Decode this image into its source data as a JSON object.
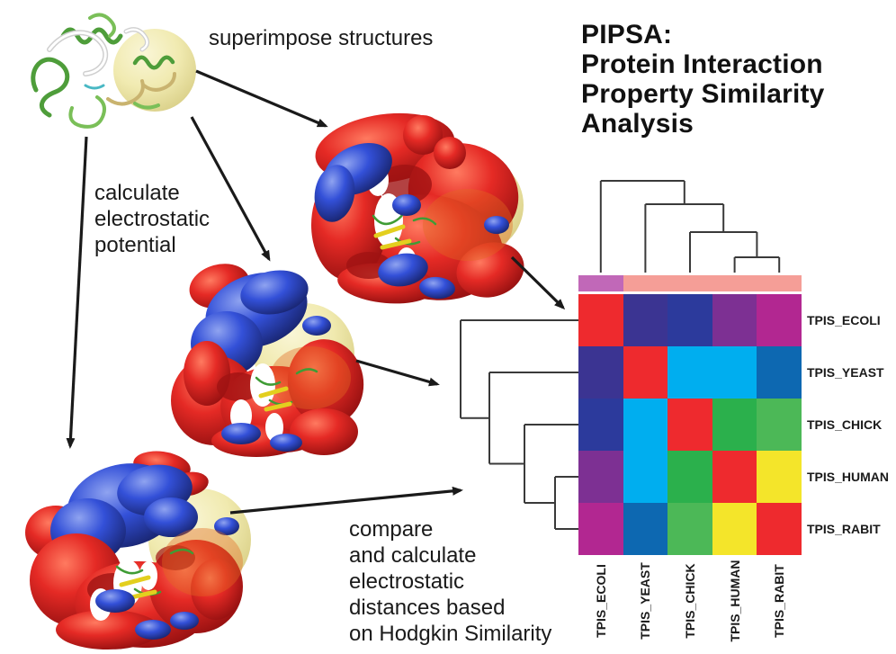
{
  "title": {
    "lines": [
      "PIPSA:",
      "Protein Interaction",
      "Property Similarity",
      "Analysis"
    ]
  },
  "annotations": {
    "superimpose": "superimpose structures",
    "calculate_lines": [
      "calculate",
      "electrostatic",
      "potential"
    ],
    "compare_lines": [
      "compare",
      "and calculate",
      "electrostatic",
      "distances based",
      "on Hodgkin Similarity"
    ]
  },
  "images": {
    "ribbon": "superimposed-ribbon-structures-image",
    "surface_top": "electrostatic-surface-image",
    "surface_middle": "electrostatic-surface-image",
    "surface_bottom": "electrostatic-surface-image"
  },
  "chart_data": {
    "type": "heatmap",
    "rows": [
      "TPIS_ECOLI",
      "TPIS_YEAST",
      "TPIS_CHICK",
      "TPIS_HUMAN",
      "TPIS_RABIT"
    ],
    "cols": [
      "TPIS_ECOLI",
      "TPIS_YEAST",
      "TPIS_CHICK",
      "TPIS_HUMAN",
      "TPIS_RABIT"
    ],
    "cell_colors": [
      [
        "#ee2a2e",
        "#3b3492",
        "#2c3a9c",
        "#7d3093",
        "#b22791"
      ],
      [
        "#3b3492",
        "#ee2a2e",
        "#00aeef",
        "#00aeef",
        "#0d68b1"
      ],
      [
        "#2c3a9c",
        "#00aeef",
        "#ee2a2e",
        "#2bb04c",
        "#4cb857"
      ],
      [
        "#7d3093",
        "#00aeef",
        "#2bb04c",
        "#ee2a2e",
        "#f4e52a"
      ],
      [
        "#b22791",
        "#0d68b1",
        "#4cb857",
        "#f4e52a",
        "#ee2a2e"
      ]
    ],
    "top_strip_segments": [
      {
        "cols": 1,
        "color": "#c168b8"
      },
      {
        "cols": 4,
        "color": "#f59e97"
      }
    ],
    "dendrograms": {
      "top": {
        "joins": [
          201,
          227,
          258,
          286
        ],
        "base": 303
      },
      "left": {
        "joins": [
          512,
          544,
          583,
          617
        ],
        "base": 643
      }
    },
    "legend_position": "none",
    "grid": false
  },
  "colors": {
    "arrow": "#1a1a1a",
    "dendrogram": "#3a3a3a",
    "negative_surface": "#d42020",
    "positive_surface": "#2440b8",
    "probe_sphere": "#efe8a8"
  }
}
